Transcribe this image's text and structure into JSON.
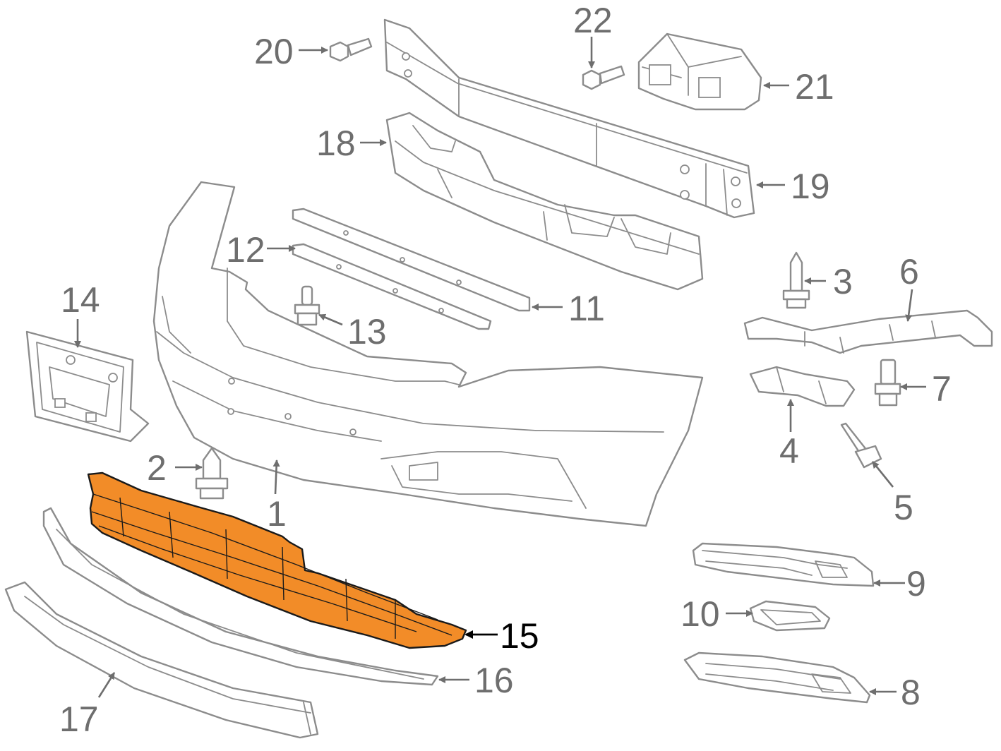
{
  "diagram": {
    "highlight_color": "#f28c28",
    "line_color": "#8c8c8c",
    "highlighted_part": "15",
    "callouts": {
      "c1": "1",
      "c2": "2",
      "c3": "3",
      "c4": "4",
      "c5": "5",
      "c6": "6",
      "c7": "7",
      "c8": "8",
      "c9": "9",
      "c10": "10",
      "c11": "11",
      "c12": "12",
      "c13": "13",
      "c14": "14",
      "c15": "15",
      "c16": "16",
      "c17": "17",
      "c18": "18",
      "c19": "19",
      "c20": "20",
      "c21": "21",
      "c22": "22"
    }
  }
}
